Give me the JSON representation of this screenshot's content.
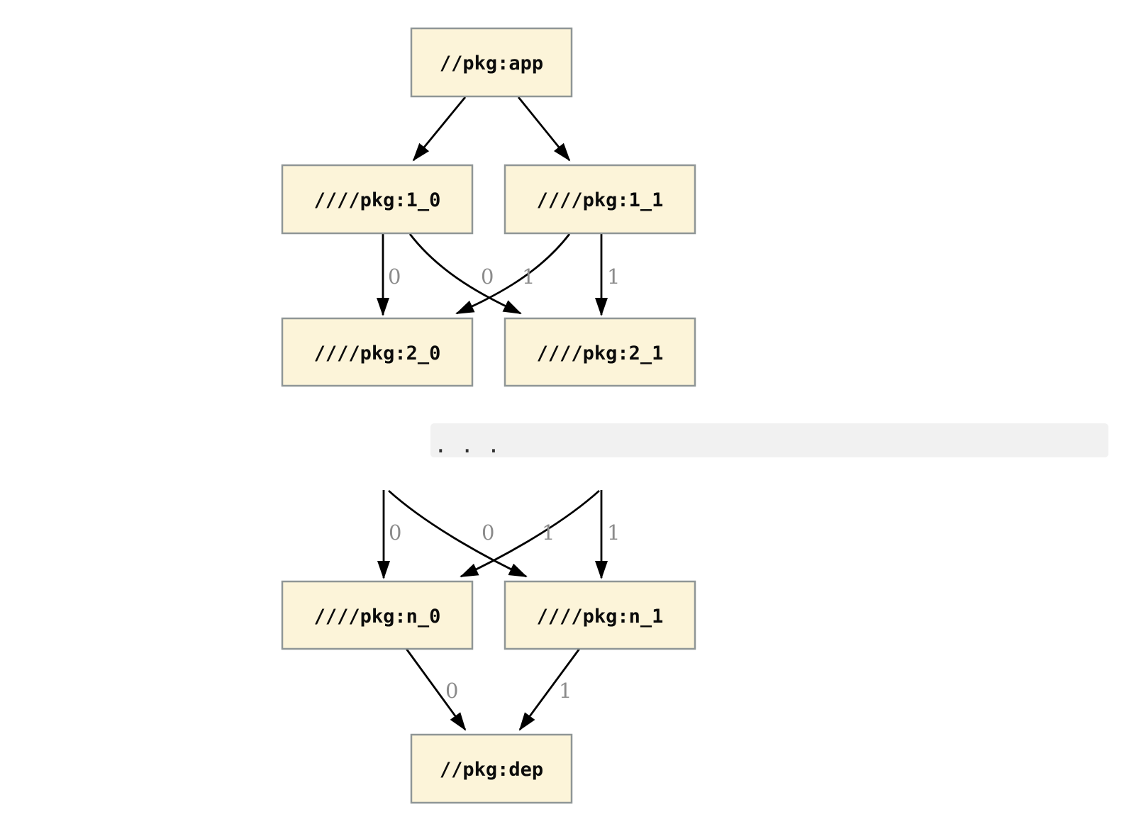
{
  "graph": {
    "colors": {
      "node_fill": "#fcf4d9",
      "node_border": "#8f9696",
      "node_text": "#0b0b0b",
      "edge": "#000000",
      "edge_label": "#8b8b8b",
      "band": "#f1f1f1",
      "ellipsis_dots": "#303030"
    },
    "nodes": {
      "app": {
        "label": "//pkg:app"
      },
      "d1_0": {
        "label": "////pkg:1_0"
      },
      "d1_1": {
        "label": "////pkg:1_1"
      },
      "d2_0": {
        "label": "////pkg:2_0"
      },
      "d2_1": {
        "label": "////pkg:2_1"
      },
      "dn_0": {
        "label": "////pkg:n_0"
      },
      "dn_1": {
        "label": "////pkg:n_1"
      },
      "dep": {
        "label": "//pkg:dep"
      }
    },
    "ellipsis": ". . .",
    "edge_labels": {
      "tier1": [
        "0",
        "0",
        "1",
        "1"
      ],
      "tier2": [
        "0",
        "0",
        "1",
        "1"
      ],
      "tier3": [
        "0",
        "1"
      ]
    },
    "edges": [
      {
        "from": "//pkg:app",
        "to": "////pkg:1_0",
        "label": ""
      },
      {
        "from": "//pkg:app",
        "to": "////pkg:1_1",
        "label": ""
      },
      {
        "from": "////pkg:1_0",
        "to": "////pkg:2_0",
        "label": "0"
      },
      {
        "from": "////pkg:1_1",
        "to": "////pkg:2_0",
        "label": "0"
      },
      {
        "from": "////pkg:1_0",
        "to": "////pkg:2_1",
        "label": "1"
      },
      {
        "from": "////pkg:1_1",
        "to": "////pkg:2_1",
        "label": "1"
      },
      {
        "from": "…",
        "to": "////pkg:n_0",
        "label": "0"
      },
      {
        "from": "…",
        "to": "////pkg:n_0",
        "label": "0"
      },
      {
        "from": "…",
        "to": "////pkg:n_1",
        "label": "1"
      },
      {
        "from": "…",
        "to": "////pkg:n_1",
        "label": "1"
      },
      {
        "from": "////pkg:n_0",
        "to": "//pkg:dep",
        "label": "0"
      },
      {
        "from": "////pkg:n_1",
        "to": "//pkg:dep",
        "label": "1"
      }
    ]
  }
}
